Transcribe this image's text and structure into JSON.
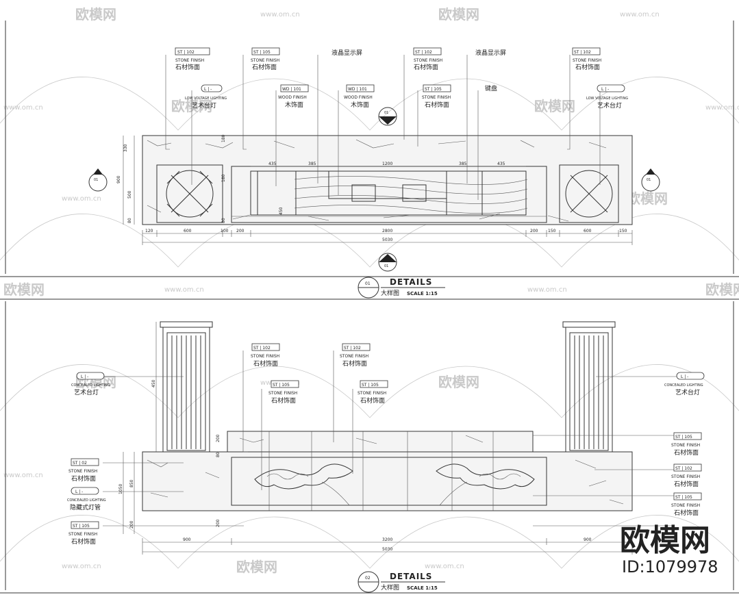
{
  "watermark": {
    "brand": "欧模网",
    "url": "www.om.cn",
    "id": "ID:1079978"
  },
  "plan": {
    "title": "DETAILS",
    "subtitle": "大样图",
    "scale": "SCALE 1:15",
    "section_mark": "01",
    "tags": {
      "st102": "ST | 102",
      "st105": "ST | 105",
      "wd101": "WD | 101",
      "l": "L | -",
      "stone_en": "STONE FINISH",
      "stone_cn": "石材饰面",
      "wood_en": "WOOD FINISH",
      "wood_cn": "木饰面",
      "light_en": "LOW VOLTAGE LIGHTING",
      "light_cn": "艺术台灯",
      "lcd": "液晶显示屏",
      "keyboard": "键盘"
    },
    "dims_top": [
      "435",
      "385",
      "1200",
      "385",
      "435"
    ],
    "dims_bottom": [
      "120",
      "600",
      "100",
      "200",
      "2800",
      "200",
      "150",
      "600",
      "150"
    ],
    "dims_total": "5030",
    "dims_left": [
      "330",
      "900",
      "500",
      "80"
    ],
    "dims_inner": [
      "180",
      "450",
      "80"
    ]
  },
  "elevation": {
    "title": "DETAILS",
    "subtitle": "大样图",
    "scale": "SCALE 1:15",
    "section_mark": "02",
    "tags": {
      "st102": "ST | 102",
      "st105": "ST | 105",
      "l": "L | -",
      "st02": "ST | 02",
      "stone_en": "STONE FINISH",
      "stone_cn": "石材饰面",
      "light_en": "CONCEALED LIGHTING",
      "light_cn": "艺术台灯",
      "conceal_cn": "隐藏式灯管"
    },
    "dims_bottom": [
      "900",
      "3200",
      "900"
    ],
    "dims_total": "5030",
    "dims_left": [
      "450",
      "200",
      "1050",
      "850",
      "200",
      "200",
      "80"
    ]
  }
}
